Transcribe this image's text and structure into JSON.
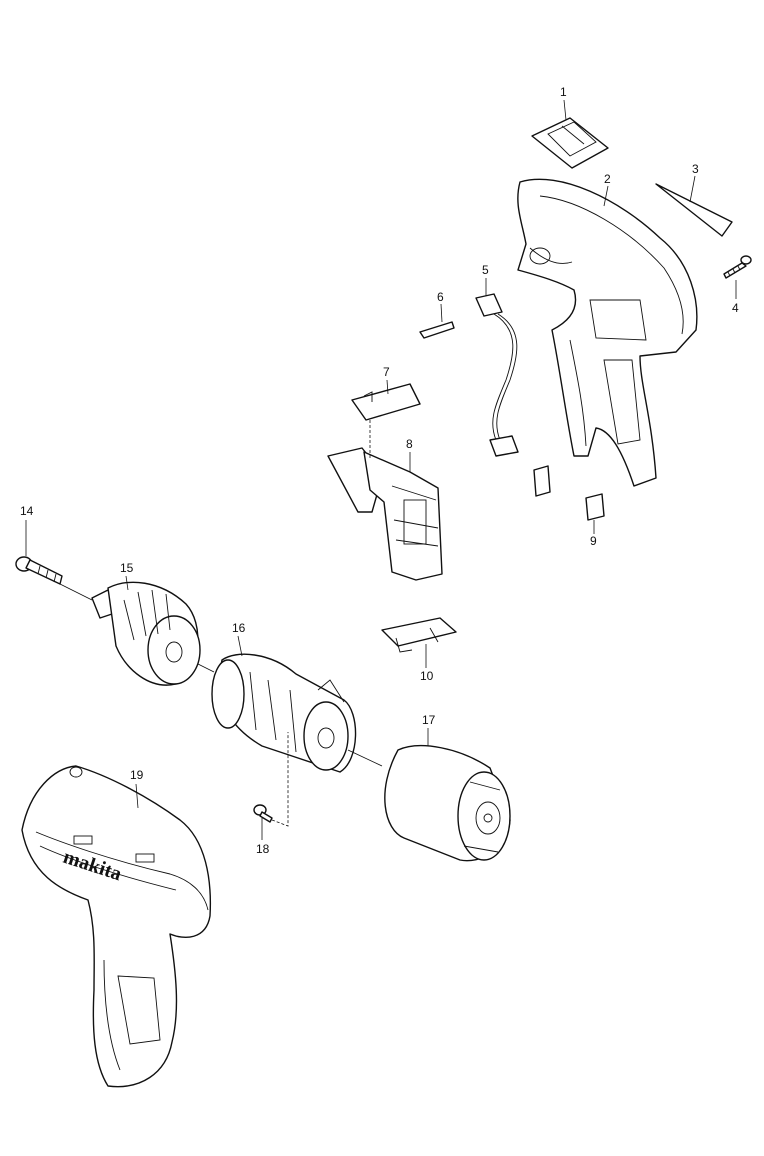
{
  "brand_mark": "makita",
  "callouts": [
    {
      "id": "1",
      "label": "1"
    },
    {
      "id": "2",
      "label": "2"
    },
    {
      "id": "3",
      "label": "3"
    },
    {
      "id": "4",
      "label": "4"
    },
    {
      "id": "5",
      "label": "5"
    },
    {
      "id": "6",
      "label": "6"
    },
    {
      "id": "7",
      "label": "7"
    },
    {
      "id": "8",
      "label": "8"
    },
    {
      "id": "9",
      "label": "9"
    },
    {
      "id": "10",
      "label": "10"
    },
    {
      "id": "14",
      "label": "14"
    },
    {
      "id": "15",
      "label": "15"
    },
    {
      "id": "16",
      "label": "16"
    },
    {
      "id": "17",
      "label": "17"
    },
    {
      "id": "18",
      "label": "18"
    },
    {
      "id": "19",
      "label": "19"
    }
  ]
}
